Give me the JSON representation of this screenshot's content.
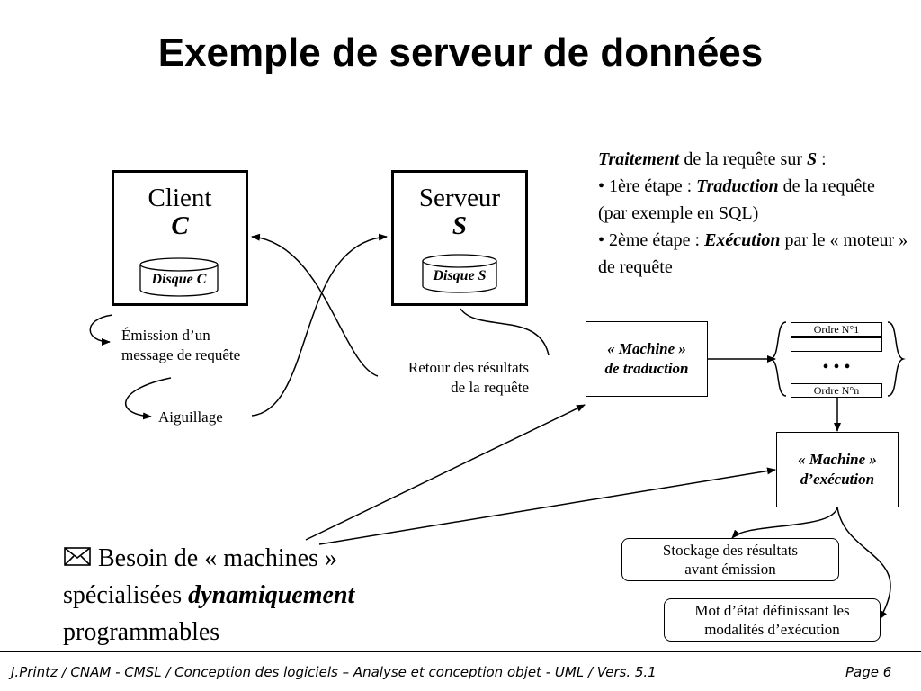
{
  "title": "Exemple de serveur de données",
  "client": {
    "name": "Client",
    "letter": "C",
    "disk": "Disque C"
  },
  "server": {
    "name": "Serveur",
    "letter": "S",
    "disk": "Disque S"
  },
  "labels": {
    "emission_1": "Émission d’un",
    "emission_2": "message de requête",
    "aiguillage": "Aiguillage",
    "retour_1": "Retour des résultats",
    "retour_2": "de la requête"
  },
  "traitement": {
    "t1": "Traitement",
    "t2": " de la requête sur ",
    "t3": "S",
    "t4": " :",
    "step1_a": "• 1ère étape : ",
    "step1_b": "Traduction",
    "step1_c": " de la requête",
    "step1_d": "(par exemple en SQL)",
    "step2_a": "• 2ème étape : ",
    "step2_b": "Exécution",
    "step2_c": " par le « moteur » de requête"
  },
  "machine_traduction": {
    "line1": "« Machine »",
    "line2": "de traduction"
  },
  "ordres": {
    "first": "Ordre N°1",
    "dots": "• • •",
    "last": "Ordre N°n"
  },
  "machine_execution": {
    "line1": "« Machine »",
    "line2": "d’exécution"
  },
  "stockage": {
    "line1": "Stockage des résultats",
    "line2": "avant émission"
  },
  "mot_etat": {
    "line1": "Mot d’état définissant les",
    "line2": "modalités d’exécution"
  },
  "besoin": {
    "icon": "envelope-icon",
    "a": " Besoin de « machines »",
    "b": "spécialisées ",
    "c": "dynamiquement",
    "d": "programmables"
  },
  "footer": {
    "left": "J.Printz / CNAM - CMSL / Conception des logiciels  – Analyse et conception objet - UML / Vers. 5.1",
    "right": "Page 6"
  }
}
